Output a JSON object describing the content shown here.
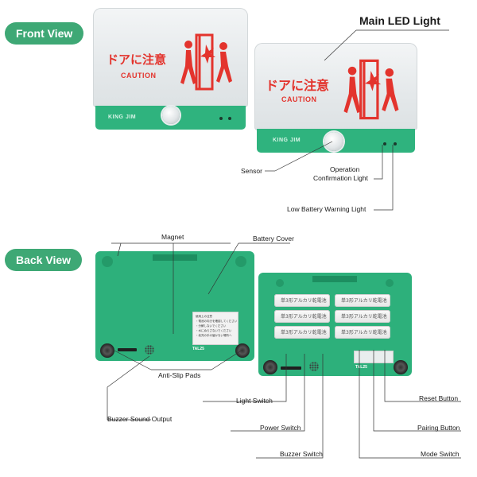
{
  "sections": {
    "front": "Front View",
    "back": "Back View"
  },
  "device": {
    "jp_text": "ドアに注意",
    "caution": "CAUTION",
    "brand": "KING JIM",
    "model": "TAL25"
  },
  "batteries": [
    "単3形アルカリ乾電池",
    "単3形アルカリ乾電池",
    "単3形アルカリ乾電池",
    "単3形アルカリ乾電池",
    "単3形アルカリ乾電池",
    "単3形アルカリ乾電池"
  ],
  "labels": {
    "main_led": "Main LED Light",
    "sensor": "Sensor",
    "op_light_1": "Operation",
    "op_light_2": "Confirmation Light",
    "low_battery": "Low Battery Warning Light",
    "magnet": "Magnet",
    "battery_cover": "Battery Cover",
    "anti_slip": "Anti-Slip Pads",
    "buzzer_output": "Buzzer Sound Output",
    "light_switch": "Light Switch",
    "power_switch": "Power Switch",
    "buzzer_switch": "Buzzer Switch",
    "reset_button": "Reset Button",
    "pairing_button": "Pairing Button",
    "mode_switch": "Mode Switch"
  },
  "colors": {
    "accent": "#3ea875",
    "device_green": "#2db07b",
    "warning_red": "#e3342d"
  }
}
